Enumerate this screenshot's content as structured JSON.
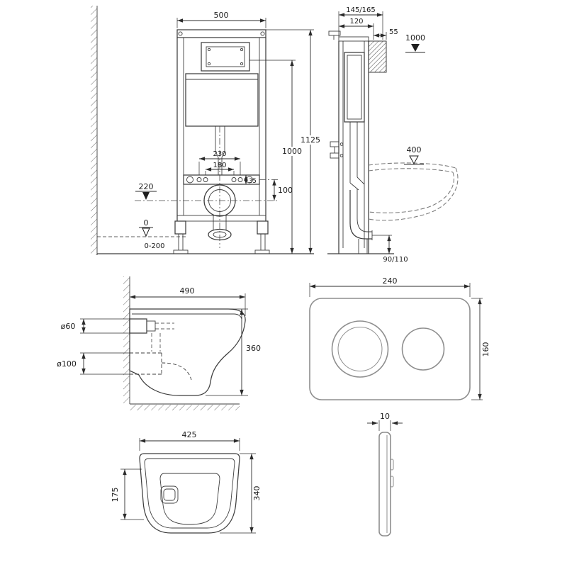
{
  "drawing": {
    "type": "technical-installation-diagram",
    "subject": "wall-hung toilet with concealed cistern frame and flush plate"
  },
  "views": {
    "frame_front": {
      "width": "500",
      "height_total": "1125",
      "height_panel": "1000",
      "holes_outer": "230",
      "holes_inner": "180",
      "supply_level": "220",
      "rail_height": "35",
      "outlet_offset": "100",
      "floor_zero": "0",
      "adjust_range": "0-200"
    },
    "frame_side": {
      "depth_range": "145/165",
      "depth": "120",
      "panel_offset": "55",
      "level_top": "1000",
      "seat_level": "400",
      "outlet_height": "90/110"
    },
    "bowl_side": {
      "depth": "490",
      "inlet_diameter": "ø60",
      "outlet_diameter": "ø100",
      "height": "360"
    },
    "plate_front": {
      "width": "240",
      "height": "160"
    },
    "bowl_top": {
      "width": "425",
      "inner_width": "175",
      "depth": "340"
    },
    "plate_side": {
      "thickness": "10"
    }
  }
}
